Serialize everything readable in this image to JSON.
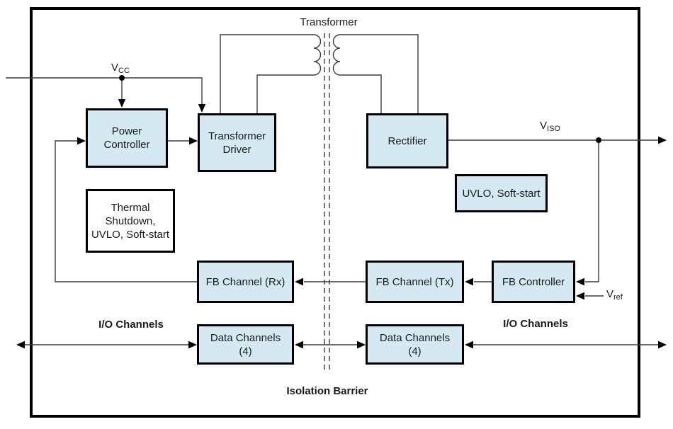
{
  "colors": {
    "block_fill": "#d4e9f2",
    "block_border": "#000000",
    "outer_border": "#000000",
    "connector_line": "#3c3c3c",
    "arrowhead": "#000000",
    "background": "#ffffff",
    "text": "#1a1a1a"
  },
  "labels": {
    "transformer": "Transformer",
    "isolation_barrier": "Isolation Barrier",
    "io_channels_left": "I/O Channels",
    "io_channels_right": "I/O Channels"
  },
  "signals": {
    "vcc": {
      "base": "V",
      "sub": "CC"
    },
    "viso": {
      "base": "V",
      "sub": "ISO"
    },
    "vref": {
      "base": "V",
      "sub": "ref"
    }
  },
  "blocks": {
    "power_controller": {
      "lines": [
        "Power",
        "Controller"
      ]
    },
    "transformer_driver": {
      "lines": [
        "Transformer",
        "Driver"
      ]
    },
    "rectifier": {
      "lines": [
        "Rectifier"
      ]
    },
    "uvlo_soft_start": {
      "lines": [
        "UVLO, Soft-start"
      ]
    },
    "thermal_shutdown": {
      "lines": [
        "Thermal",
        "Shutdown,",
        "UVLO, Soft-start"
      ]
    },
    "fb_channel_rx": {
      "lines": [
        "FB Channel (Rx)"
      ]
    },
    "fb_channel_tx": {
      "lines": [
        "FB Channel (Tx)"
      ]
    },
    "fb_controller": {
      "lines": [
        "FB Controller"
      ]
    },
    "data_channels_left": {
      "lines": [
        "Data Channels",
        "(4)"
      ]
    },
    "data_channels_right": {
      "lines": [
        "Data Channels",
        "(4)"
      ]
    }
  }
}
